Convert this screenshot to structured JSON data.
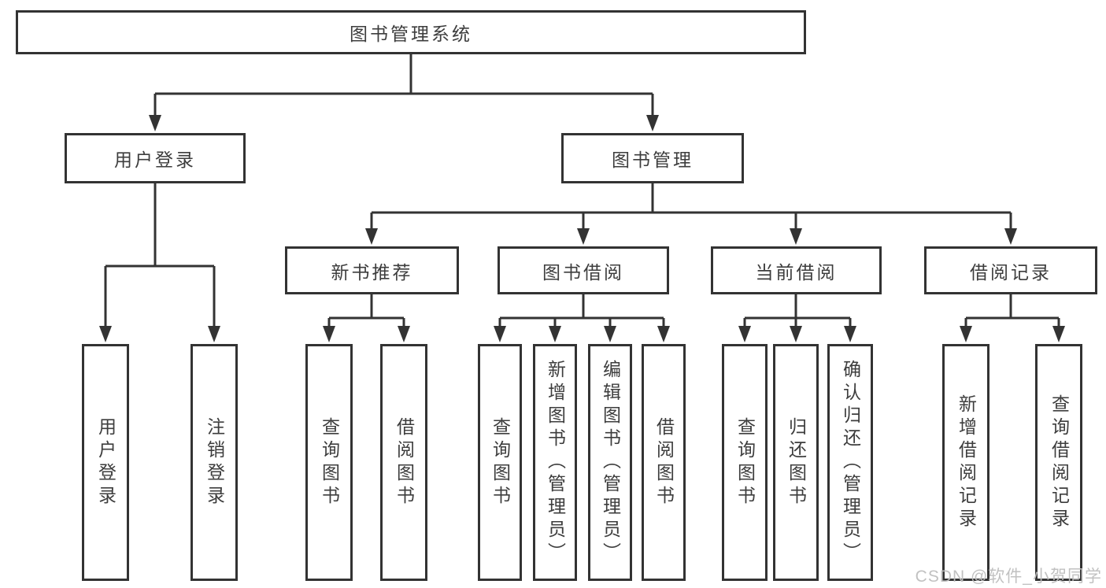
{
  "diagram": {
    "tree": {
      "root": "图书管理系统",
      "children": [
        {
          "label": "用户登录",
          "children": [
            "用户登录",
            "注销登录"
          ]
        },
        {
          "label": "图书管理",
          "children": [
            {
              "label": "新书推荐",
              "children": [
                "查询图书",
                "借阅图书"
              ]
            },
            {
              "label": "图书借阅",
              "children": [
                "查询图书",
                "新增图书（管理员）",
                "编辑图书（管理员）",
                "借阅图书"
              ]
            },
            {
              "label": "当前借阅",
              "children": [
                "查询图书",
                "归还图书",
                "确认归还（管理员）"
              ]
            },
            {
              "label": "借阅记录",
              "children": [
                "新增借阅记录",
                "查询借阅记录"
              ]
            }
          ]
        }
      ]
    },
    "colors": {
      "line": "#333333",
      "text": "#3d3d3d",
      "background": "#ffffff",
      "watermark": "#bebebe"
    }
  },
  "watermark": "CSDN @软件_小贺同学"
}
